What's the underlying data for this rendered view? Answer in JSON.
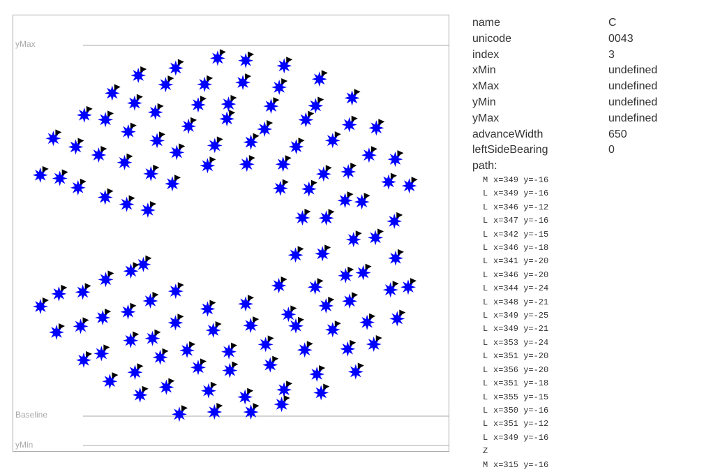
{
  "glyph": {
    "name": "C",
    "fill_color": "#0000ff",
    "marker_color": "#000000",
    "metric_line_color": "#aaaaaa",
    "metrics": {
      "ymax_label": "yMax",
      "baseline_label": "Baseline",
      "ymin_label": "yMin"
    }
  },
  "info": [
    {
      "key": "name",
      "value": "C"
    },
    {
      "key": "unicode",
      "value": "0043"
    },
    {
      "key": "index",
      "value": "3"
    },
    {
      "key": "xMin",
      "value": "undefined"
    },
    {
      "key": "xMax",
      "value": "undefined"
    },
    {
      "key": "yMin",
      "value": "undefined"
    },
    {
      "key": "yMax",
      "value": "undefined"
    },
    {
      "key": "advanceWidth",
      "value": "650"
    },
    {
      "key": "leftSideBearing",
      "value": "0"
    }
  ],
  "path_label": "path:",
  "path_commands": [
    {
      "cmd": "M",
      "args": "x=349 y=-16"
    },
    {
      "cmd": "L",
      "args": "x=349 y=-16"
    },
    {
      "cmd": "L",
      "args": "x=346 y=-12"
    },
    {
      "cmd": "L",
      "args": "x=347 y=-16"
    },
    {
      "cmd": "L",
      "args": "x=342 y=-15"
    },
    {
      "cmd": "L",
      "args": "x=346 y=-18"
    },
    {
      "cmd": "L",
      "args": "x=341 y=-20"
    },
    {
      "cmd": "L",
      "args": "x=346 y=-20"
    },
    {
      "cmd": "L",
      "args": "x=344 y=-24"
    },
    {
      "cmd": "L",
      "args": "x=348 y=-21"
    },
    {
      "cmd": "L",
      "args": "x=349 y=-25"
    },
    {
      "cmd": "L",
      "args": "x=349 y=-21"
    },
    {
      "cmd": "L",
      "args": "x=353 y=-24"
    },
    {
      "cmd": "L",
      "args": "x=351 y=-20"
    },
    {
      "cmd": "L",
      "args": "x=356 y=-20"
    },
    {
      "cmd": "L",
      "args": "x=351 y=-18"
    },
    {
      "cmd": "L",
      "args": "x=355 y=-15"
    },
    {
      "cmd": "L",
      "args": "x=350 y=-16"
    },
    {
      "cmd": "L",
      "args": "x=351 y=-12"
    },
    {
      "cmd": "L",
      "args": "x=349 y=-16"
    },
    {
      "cmd": "Z",
      "args": ""
    },
    {
      "cmd": "M",
      "args": "x=315 y=-16"
    }
  ]
}
